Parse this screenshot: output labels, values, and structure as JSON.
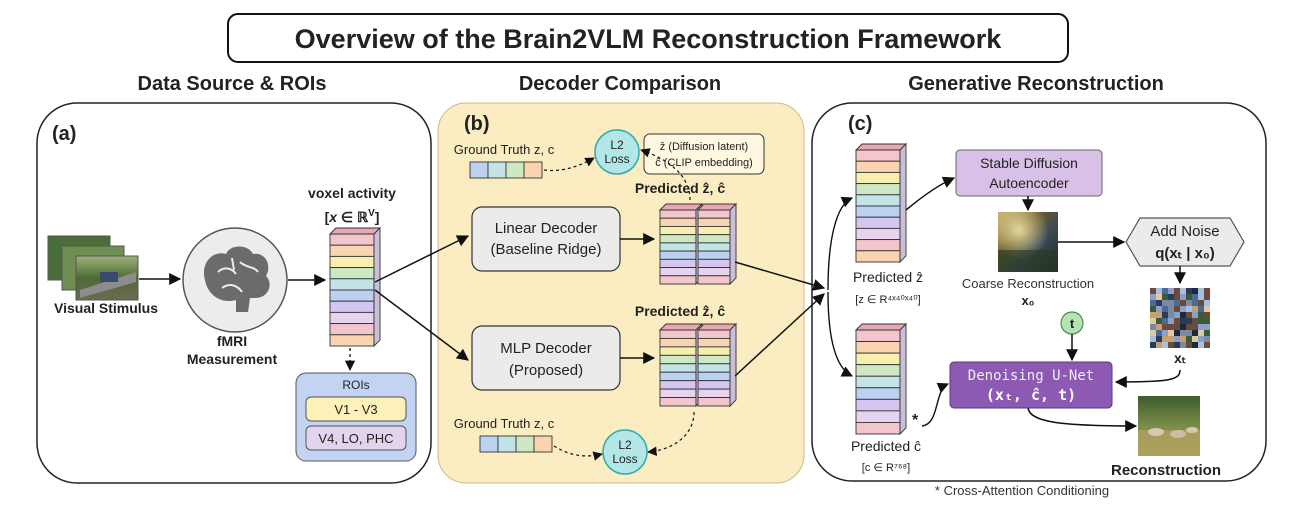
{
  "title": "Overview of the Brain2VLM Reconstruction Framework",
  "sections": {
    "a": {
      "heading": "Data Source & ROIs",
      "label": "(a)"
    },
    "b": {
      "heading": "Decoder Comparison",
      "label": "(b)"
    },
    "c": {
      "heading": "Generative Reconstruction",
      "label": "(c)"
    }
  },
  "panel_a": {
    "stimulus_label": "Visual Stimulus",
    "fmri_label_1": "fMRI",
    "fmri_label_2": "Measurement",
    "voxel_title": "voxel activity",
    "voxel_formula_open": "[",
    "voxel_formula_var": "x",
    "voxel_formula_in": " ∈ ℝ",
    "voxel_formula_sup": "V",
    "voxel_formula_close": "]",
    "rois_title": "ROIs",
    "roi_1": "V1 - V3",
    "roi_2": "V4, LO, PHC"
  },
  "panel_b": {
    "legend_1": "ẑ (Diffusion latent)",
    "legend_2": "ĉ (CLIP embedding)",
    "gt_top": "Ground Truth z, c",
    "gt_bottom": "Ground Truth z, c",
    "loss_top_1": "L2",
    "loss_top_2": "Loss",
    "loss_bottom_1": "L2",
    "loss_bottom_2": "Loss",
    "pred_top": "Predicted ẑ, ĉ",
    "pred_bottom": "Predicted ẑ, ĉ",
    "linear_1": "Linear Decoder",
    "linear_2": "(Baseline Ridge)",
    "mlp_1": "MLP Decoder",
    "mlp_2": "(Proposed)"
  },
  "panel_c": {
    "sd_1": "Stable Diffusion",
    "sd_2": "Autoencoder",
    "coarse_label": "Coarse Reconstruction",
    "x0_label": "x₀",
    "noise_1": "Add Noise",
    "noise_2": "q(xₜ | x₀)",
    "xt_label": "xₜ",
    "t_label": "t",
    "unet_1": "Denoising U-Net",
    "unet_2": "(xₜ, ĉ, t)",
    "pred_z_label": "Predicted ẑ",
    "z_dim": "[z ∈ R⁴ˣ⁴⁰ˣ⁴⁰]",
    "pred_c_label": "Predicted ĉ",
    "c_dim": "[c ∈ R⁷⁶⁸]",
    "star": "*",
    "recon_label": "Reconstruction",
    "footnote": "* Cross-Attention Conditioning"
  },
  "colors": {
    "panel_b_bg": "#fbecc1",
    "decoder_box": "#ebebeb",
    "loss_circle": "#b3e6e6",
    "sd_box": "#d9c0e6",
    "unet_box": "#8c5ab3",
    "t_circle": "#b5e3b5",
    "roi_panel": "#c2d4f2",
    "roi_1": "#fdf0b8",
    "roi_2": "#e2d4ee"
  }
}
